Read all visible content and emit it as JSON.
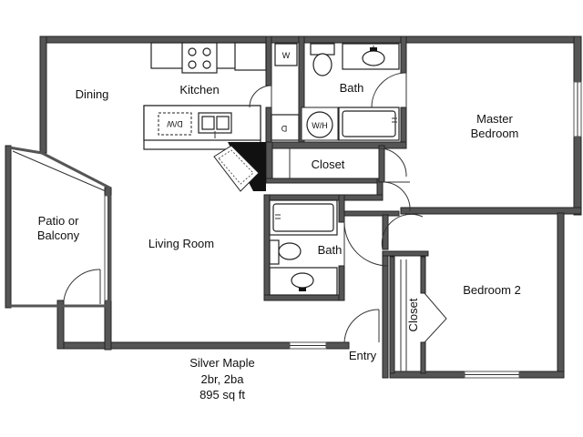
{
  "rooms": {
    "dining": "Dining",
    "kitchen": "Kitchen",
    "bath_top": "Bath",
    "master_line1": "Master",
    "master_line2": "Bedroom",
    "closet_center": "Closet",
    "patio_line1": "Patio or",
    "patio_line2": "Balcony",
    "living": "Living Room",
    "bath_lower": "Bath",
    "bedroom2": "Bedroom 2",
    "closet_vertical": "Closet",
    "entry": "Entry"
  },
  "appliances": {
    "washer": "W",
    "dryer": "D",
    "washer_dryer": "W/H",
    "dishwasher": "D/W"
  },
  "caption": {
    "name": "Silver Maple",
    "layout": "2br, 2ba",
    "area": "895 sq ft"
  }
}
